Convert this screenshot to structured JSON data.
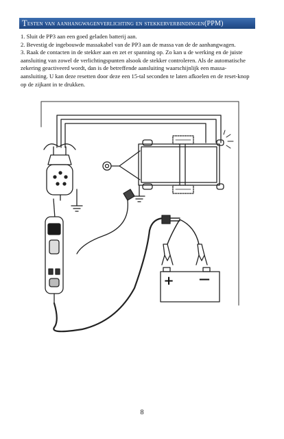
{
  "header": {
    "title_first_letter": "T",
    "title_rest": "esten van aanhangwagenverlichting en stekkerverbindingen",
    "title_suffix": " (PPM)"
  },
  "steps": [
    "1. Sluit de PP3 aan een goed geladen batterij aan.",
    "2. Bevestig de ingebouwde massakabel van de PP3 aan de massa van de de aanhangwagen.",
    "3. Raak de contacten in de stekker aan en zet er spanning op.  Zo kan u de werking en de juiste aansluiting van zowel de verlichtingspunten alsook de stekker controleren.  Als de automatische zekering geactiveerd wordt, dan is de betreffende aansluiting waarschijnlijk een massa-aansluiting.  U kan deze resetten door deze een 15-tal seconden te laten afkoelen en de reset-knop op de zijkant in te drukken."
  ],
  "battery": {
    "plus": "+",
    "minus": "—"
  },
  "page_number": "8"
}
